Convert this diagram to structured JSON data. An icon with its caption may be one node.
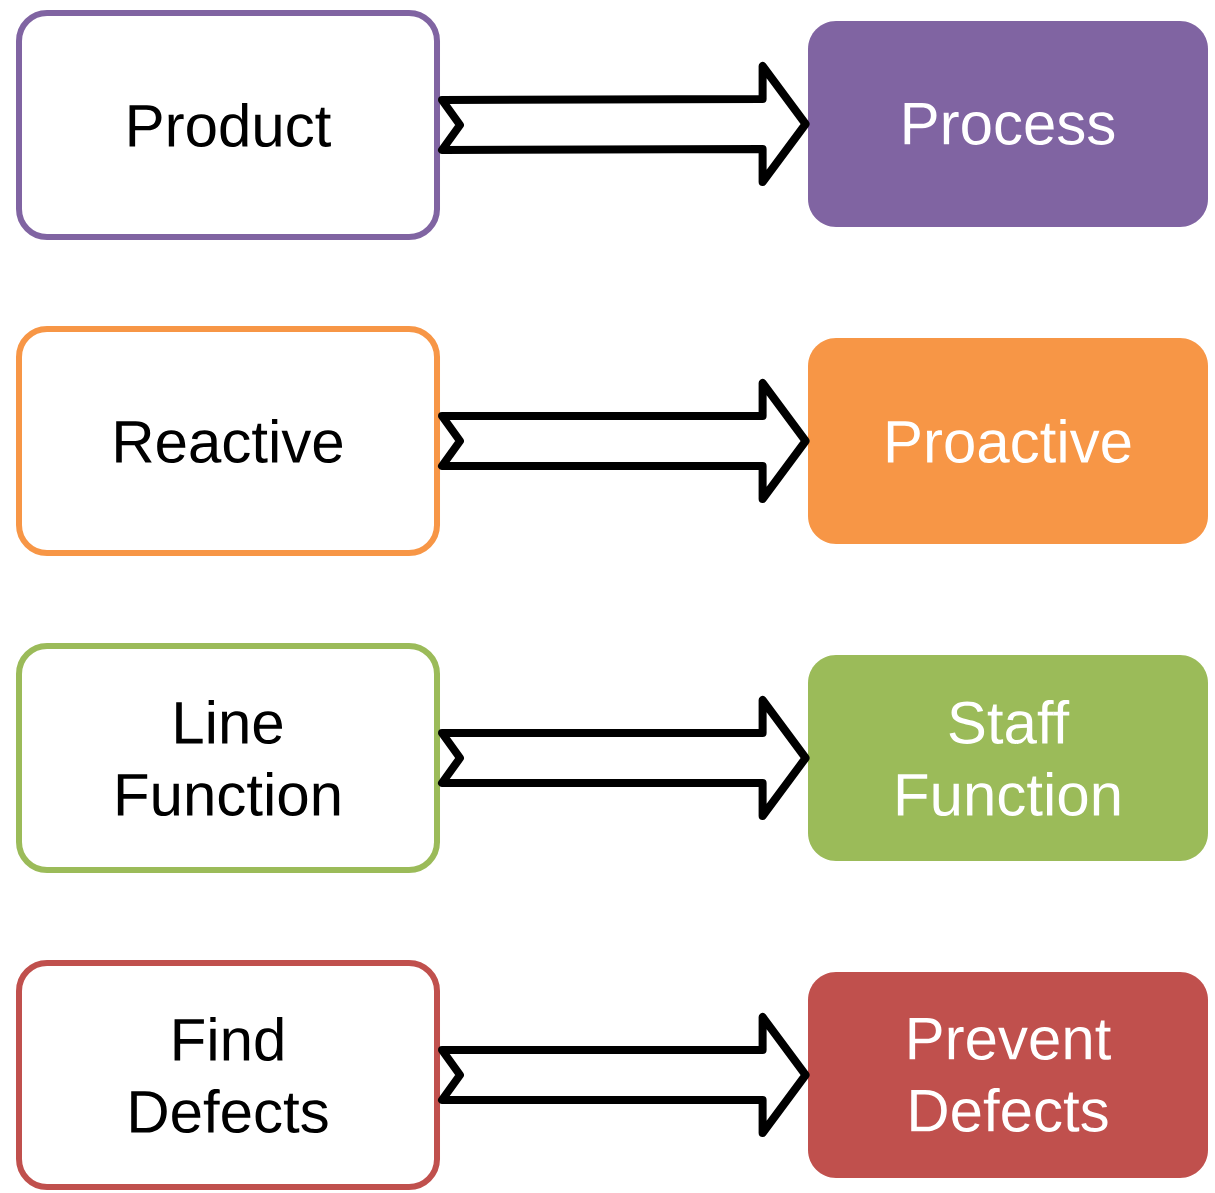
{
  "diagram": {
    "nodes": [
      {
        "text": [
          "Product"
        ]
      },
      {
        "text": [
          "Process"
        ]
      },
      {
        "text": [
          "Reactive"
        ]
      },
      {
        "text": [
          "Proactive"
        ]
      },
      {
        "text": [
          "Line Function"
        ]
      },
      {
        "text": [
          "Staff Function"
        ]
      },
      {
        "text": [
          "Find Defects"
        ]
      },
      {
        "text": [
          "Prevent Defects"
        ]
      }
    ],
    "edges": [
      {
        "from": 0,
        "to": 1,
        "arrow": "to"
      },
      {
        "from": 2,
        "to": 3,
        "arrow": "to"
      },
      {
        "from": 4,
        "to": 5,
        "arrow": "to"
      },
      {
        "from": 6,
        "to": 7,
        "arrow": "to"
      }
    ]
  }
}
